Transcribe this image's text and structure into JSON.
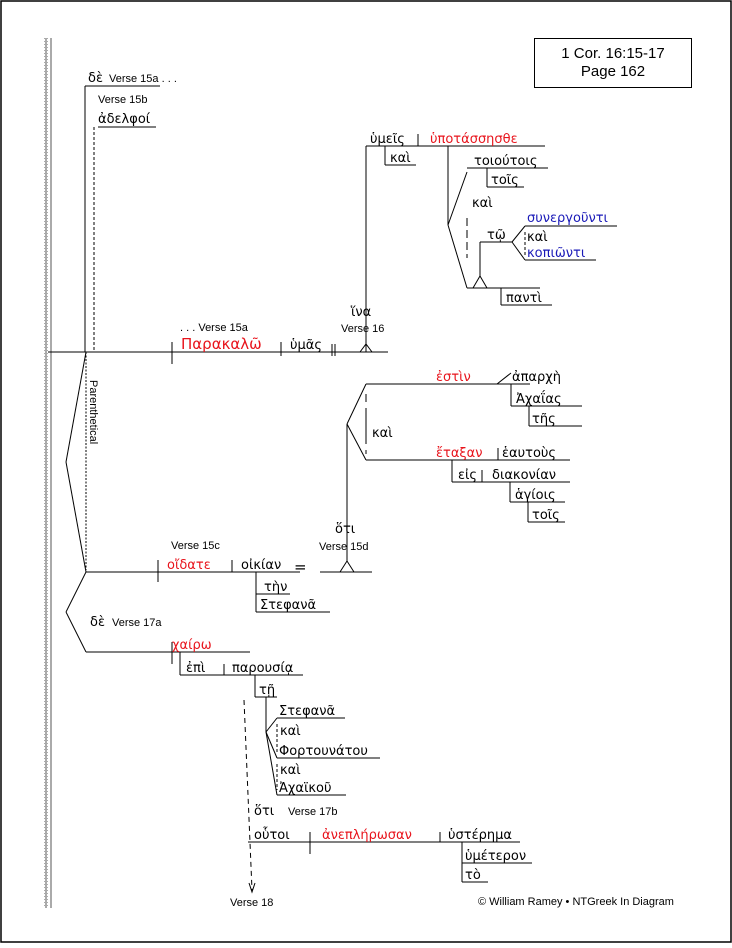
{
  "reference": {
    "line1": "1 Cor. 16:15-17",
    "line2": "Page 162"
  },
  "labels": {
    "de_1": "δὲ",
    "verse_15a_dots": "Verse 15a . . .",
    "verse_15b": "Verse 15b",
    "adelphoi": "ἀδελφοί",
    "dots_verse_15a": ". . . Verse 15a",
    "parakalw": "Παρακαλῶ",
    "humas": "ὑμᾶς",
    "hina": "ἵνα",
    "verse_16": "Verse 16",
    "humeis": "ὑμεῖς",
    "kai_a": "καὶ",
    "hupotassesthe": "ὑποτάσσησθε",
    "toioutois": "τοιούτοις",
    "tois_a": "τοῖς",
    "kai_b": "καὶ",
    "tw": "τῷ",
    "sunergounti": "συνεργοῦντι",
    "kai_c": "καὶ",
    "kopiwnti": "κοπιῶντι",
    "panti": "παντὶ",
    "parenthetical": "Parenthetical",
    "estin": "ἐστὶν",
    "aparxh": "ἀπαρχὴ",
    "axaias": "Ἀχαΐας",
    "ths": "τῆς",
    "kai_d": "καὶ",
    "etaxan": "ἔταξαν",
    "heautous": "ἑαυτοὺς",
    "eis": "εἰς",
    "diakonian": "διακονίαν",
    "hagiois": "ἁγίοις",
    "tois_b": "τοῖς",
    "hoti_1": "ὅτι",
    "verse_15d": "Verse 15d",
    "verse_15c": "Verse 15c",
    "oidate": "οἴδατε",
    "oikian": "οἰκίαν",
    "equals": "=",
    "thn": "τὴν",
    "stefana_1": "Στεφανᾶ",
    "de_2": "δὲ",
    "verse_17a": "Verse 17a",
    "xairw": "χαίρω",
    "epi": "ἐπὶ",
    "parousia": "παρουσίᾳ",
    "th": "τῇ",
    "stefana_2": "Στεφανᾶ",
    "kai_e": "καὶ",
    "fortounatou": "Φορτουνάτου",
    "kai_f": "καὶ",
    "axaikou": "Ἀχαϊκοῦ",
    "hoti_2": "ὅτι",
    "verse_17b": "Verse 17b",
    "houtoi": "οὗτοι",
    "aneplhrwsan": "ἀνεπλήρωσαν",
    "husterhma": "ὑστέρημα",
    "humeteron": "ὑμέτερον",
    "to": "τὸ",
    "verse_18": "Verse 18"
  },
  "footer": "© William Ramey • NTGreek In Diagram",
  "colors": {
    "verb": "#e8141c",
    "participle": "#1a1ab8",
    "text": "#000000"
  }
}
